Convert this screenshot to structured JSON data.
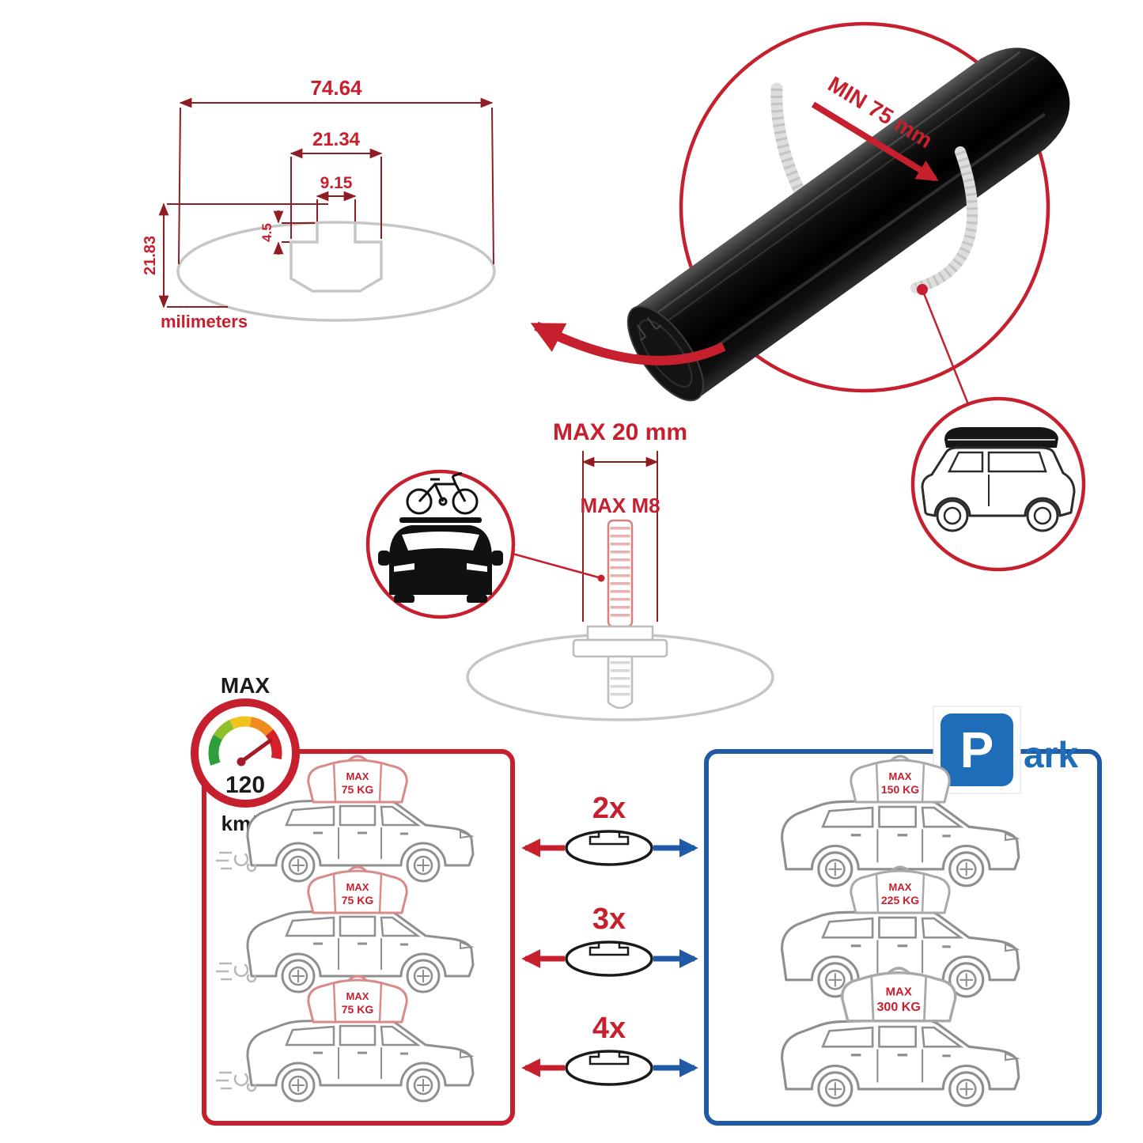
{
  "colors": {
    "accent_red": "#c6202e",
    "dim_line_red": "#8f1d24",
    "accent_blue": "#2059a6",
    "sign_blue": "#1e6db8",
    "profile_gray": "#c6c6c6",
    "car_gray": "#8f8f8f",
    "bar_black": "#0b0b0b"
  },
  "icons": {
    "speedometer": "speedometer-icon",
    "parking_sign": "parking-sign",
    "bike_on_car": "bike-on-car-icon",
    "suv_with_roofbox": "suv-roofbox-icon",
    "crossbar": "crossbar-3d",
    "cargo_bag": "cargo-bag-icon"
  },
  "dimension_diagram": {
    "total_width": "74.64",
    "channel_width": "21.34",
    "slot_width": "9.15",
    "lip_height": "4.5",
    "total_height": "21.83",
    "units": "milimeters"
  },
  "zoom_detail": {
    "min_label": "MIN 75 mm"
  },
  "bolt_detail": {
    "max_width": "MAX 20 mm",
    "max_thread": "MAX M8"
  },
  "speed": {
    "label": "MAX",
    "value": "120",
    "unit": "km/h"
  },
  "multipliers": {
    "row1": "2x",
    "row2": "3x",
    "row3": "4x"
  },
  "driving_panel": {
    "bags": {
      "row1": {
        "line1": "MAX",
        "line2": "75 KG"
      },
      "row2": {
        "line1": "MAX",
        "line2": "75 KG"
      },
      "row3": {
        "line1": "MAX",
        "line2": "75 KG"
      }
    }
  },
  "parking_panel": {
    "sign_p": "P",
    "sign_rest": "ark",
    "bags": {
      "row1": {
        "line1": "MAX",
        "line2": "150 KG"
      },
      "row2": {
        "line1": "MAX",
        "line2": "225 KG"
      },
      "row3": {
        "line1": "MAX",
        "line2": "300 KG"
      }
    }
  }
}
